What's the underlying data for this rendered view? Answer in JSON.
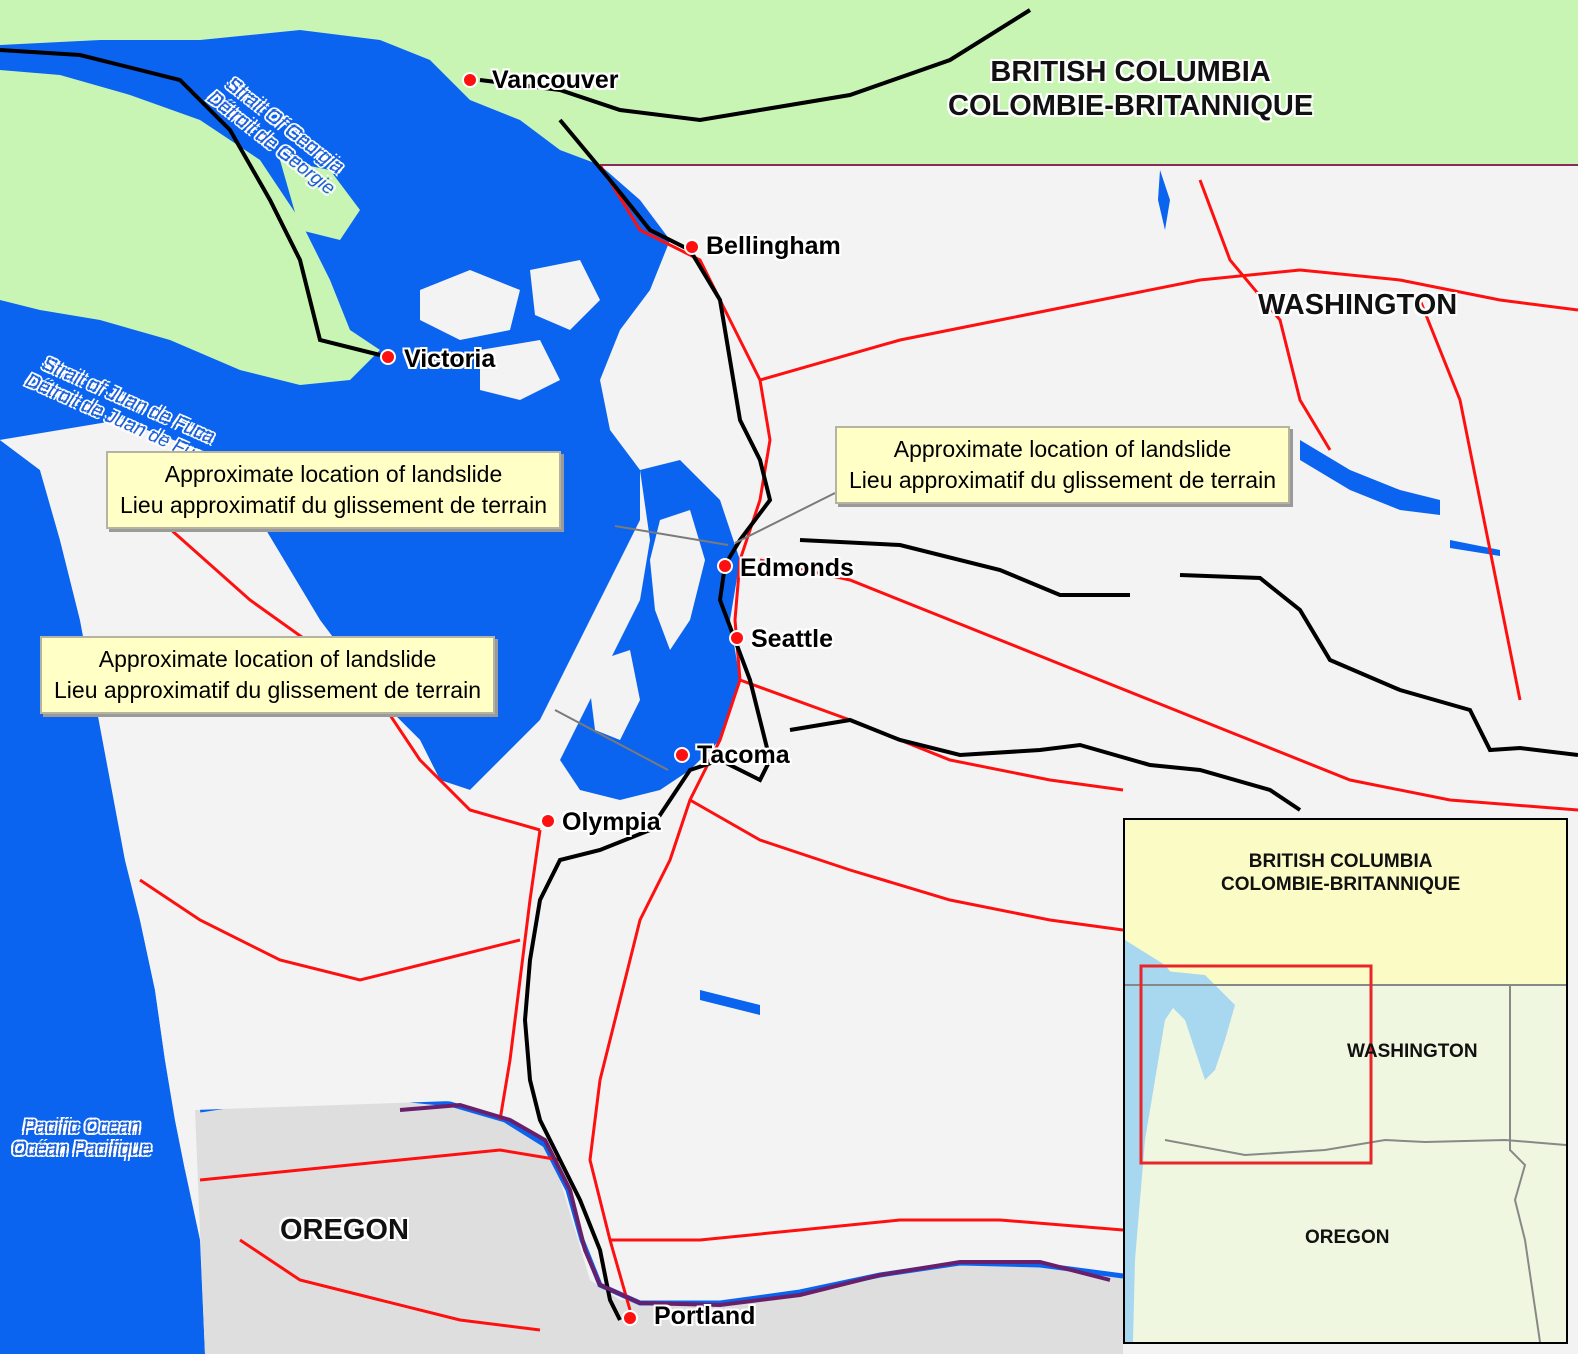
{
  "colors": {
    "water": "#0a64f0",
    "canada_land": "#c8f5b4",
    "washington_land": "#f3f3f3",
    "oregon_land": "#dedede",
    "road": "#ff1010",
    "railway": "#000000",
    "rail_purple": "#6a1f6a",
    "callout_fill": "#ffffc6",
    "inset_canada": "#fbfbc6",
    "inset_us": "#f0f7e0",
    "inset_extent": "#e8262a"
  },
  "regions": {
    "bc_line1": "BRITISH COLUMBIA",
    "bc_line2": "COLOMBIE-BRITANNIQUE",
    "washington": "WASHINGTON",
    "oregon": "OREGON"
  },
  "water_bodies": {
    "georgia_line1": "Strait Of Georgia",
    "georgia_line2": "Détroit de Georgie",
    "fuca_line1": "Strait of Juan de Fuca",
    "fuca_line2": "Détroit de Juan de Fuca",
    "pacific_line1": "Pacific Ocean",
    "pacific_line2": "Océan Pacifique"
  },
  "cities": [
    {
      "name": "Vancouver"
    },
    {
      "name": "Bellingham"
    },
    {
      "name": "Victoria"
    },
    {
      "name": "Edmonds"
    },
    {
      "name": "Seattle"
    },
    {
      "name": "Tacoma"
    },
    {
      "name": "Olympia"
    },
    {
      "name": "Portland"
    }
  ],
  "callouts": [
    {
      "line1": "Approximate location of landslide",
      "line2": "Lieu approximatif du glissement de terrain"
    },
    {
      "line1": "Approximate location of landslide",
      "line2": "Lieu approximatif du glissement de terrain"
    },
    {
      "line1": "Approximate location of landslide",
      "line2": "Lieu approximatif du glissement de terrain"
    }
  ],
  "inset": {
    "bc_line1": "BRITISH COLUMBIA",
    "bc_line2": "COLOMBIE-BRITANNIQUE",
    "washington": "WASHINGTON",
    "oregon": "OREGON"
  }
}
